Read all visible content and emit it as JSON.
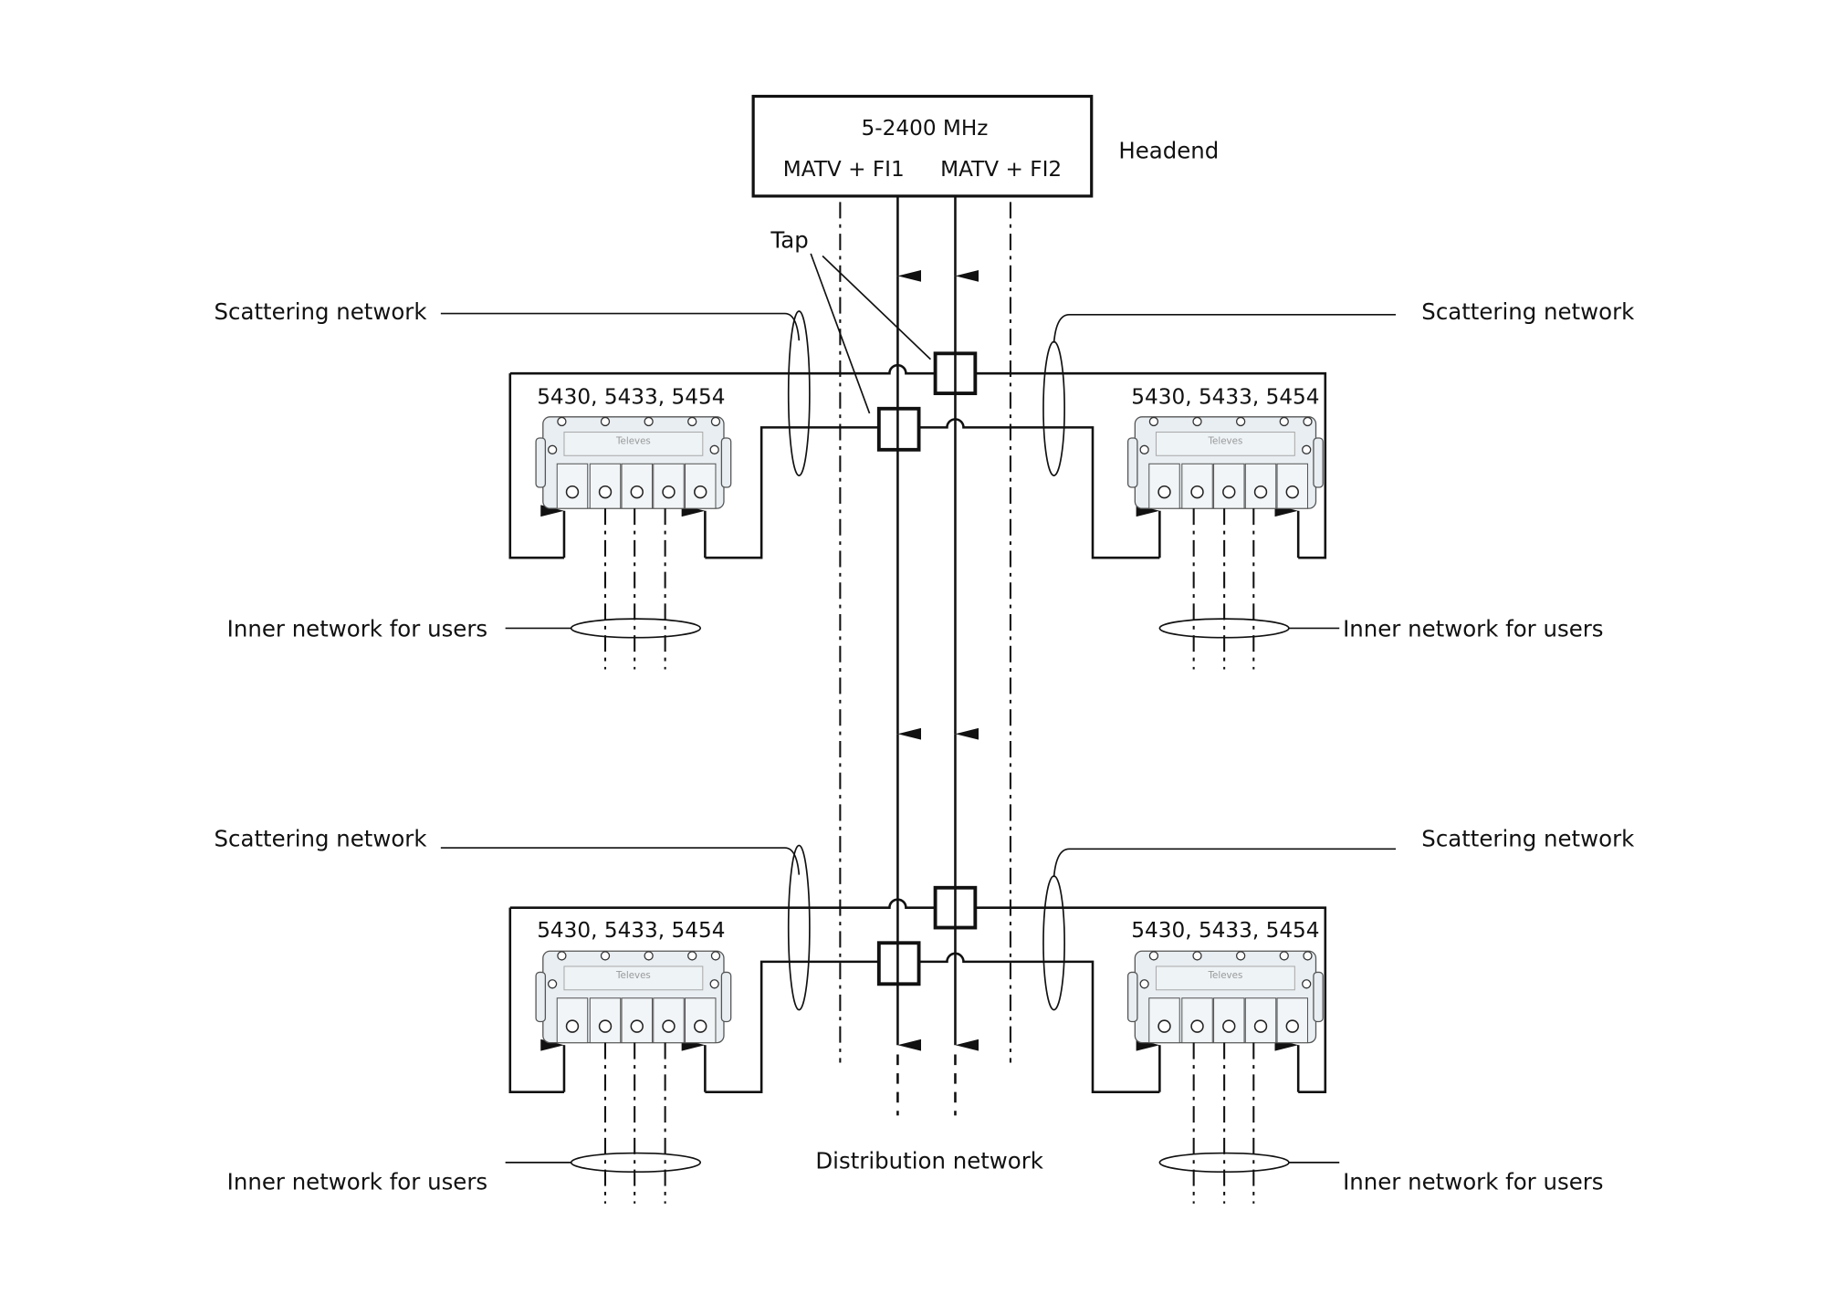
{
  "headend": {
    "band": "5-2400 MHz",
    "out1": "MATV + FI1",
    "out2": "MATV + FI2",
    "label": "Headend"
  },
  "tap_label": "Tap",
  "scattering_label": "Scattering network",
  "inner_label": "Inner network for users",
  "device_models": "5430, 5433, 5454",
  "device_brand": "Televes",
  "distribution_label": "Distribution network"
}
